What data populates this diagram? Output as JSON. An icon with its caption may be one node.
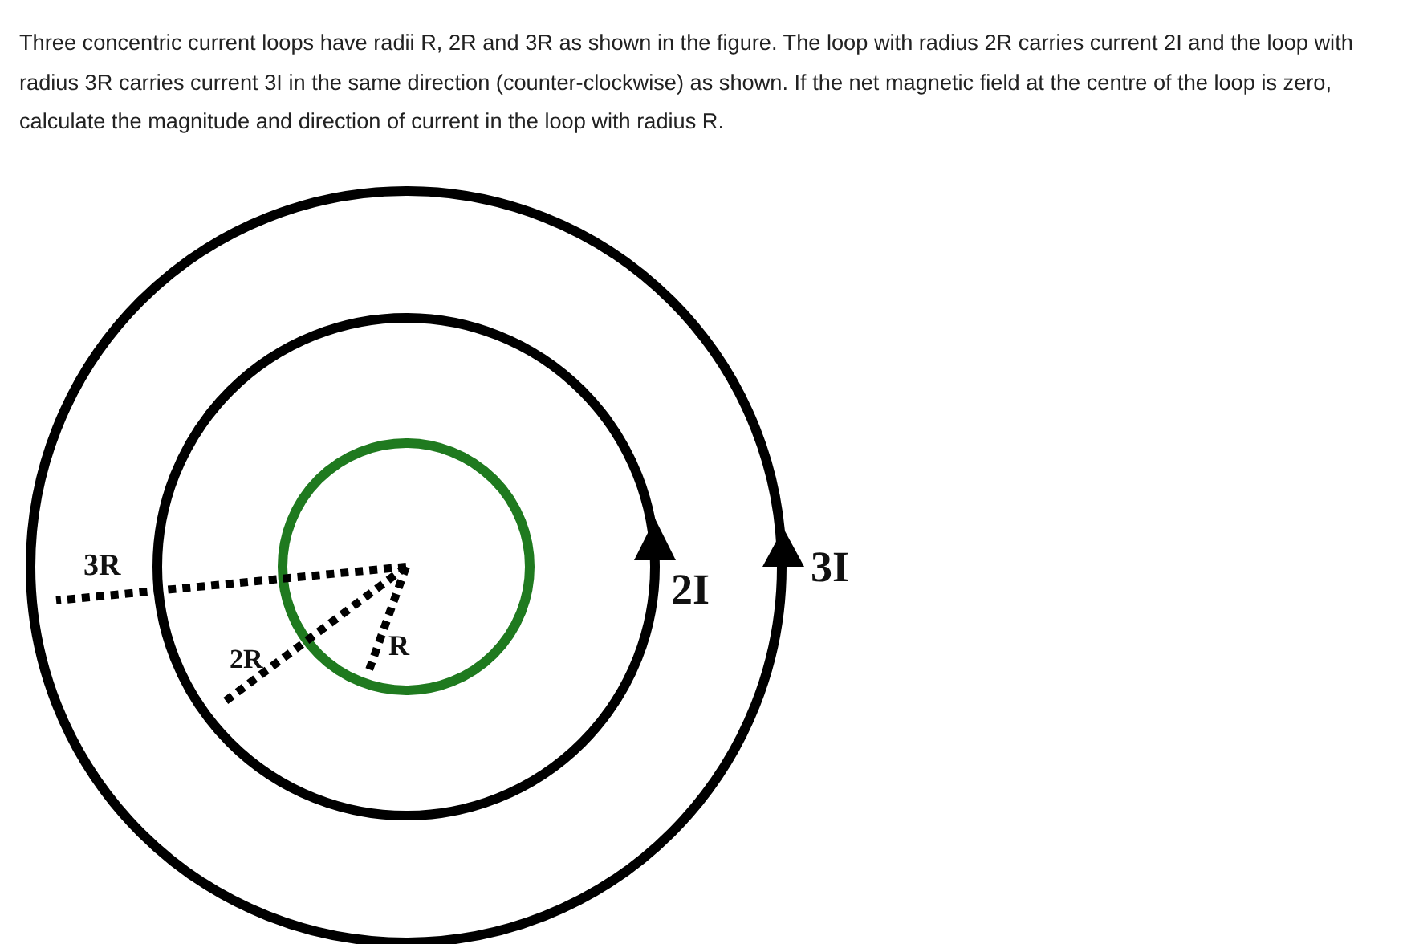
{
  "diagram": {
    "labels": [
      "Three concentric current loops have radii R, 2R and 3R as shown in the figure. The loop with radius 2R carries current 2I and the loop with radius 3R carries current 3I in the same direction (counter-clockwise) as shown. If the net magnetic field at the centre of the loop is zero, calculate the magnitude and direction of current in the loop with radius R.",
      "3R",
      "2R",
      "R",
      "2I",
      "3I"
    ]
  }
}
